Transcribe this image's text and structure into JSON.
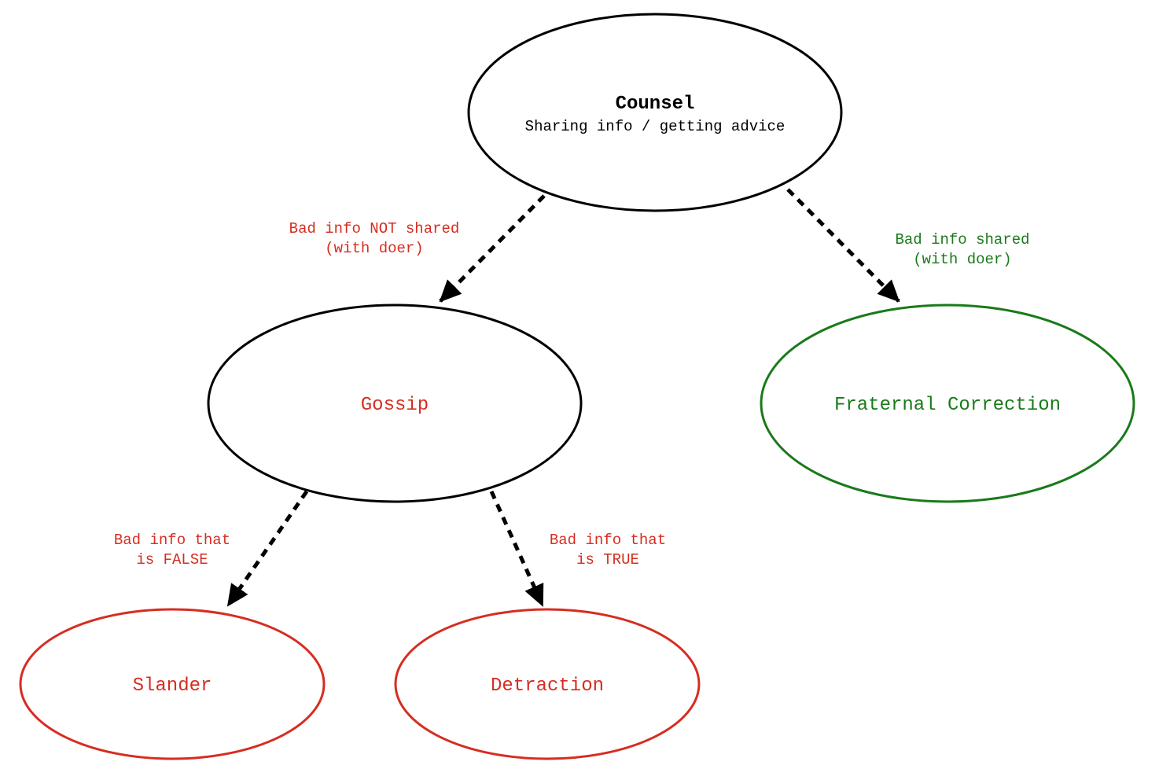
{
  "colors": {
    "black": "#000000",
    "red": "#d62d20",
    "green": "#1a7a1a"
  },
  "nodes": {
    "counsel": {
      "title": "Counsel",
      "subtitle": "Sharing info / getting advice"
    },
    "gossip": {
      "title": "Gossip"
    },
    "fraternal": {
      "title": "Fraternal Correction"
    },
    "slander": {
      "title": "Slander"
    },
    "detraction": {
      "title": "Detraction"
    }
  },
  "edges": {
    "counsel_gossip": {
      "line1": "Bad info NOT shared",
      "line2": "(with doer)"
    },
    "counsel_fraternal": {
      "line1": "Bad info shared",
      "line2": "(with doer)"
    },
    "gossip_slander": {
      "line1": "Bad info that",
      "line2": "is FALSE"
    },
    "gossip_detraction": {
      "line1": "Bad info that",
      "line2": "is TRUE"
    }
  }
}
